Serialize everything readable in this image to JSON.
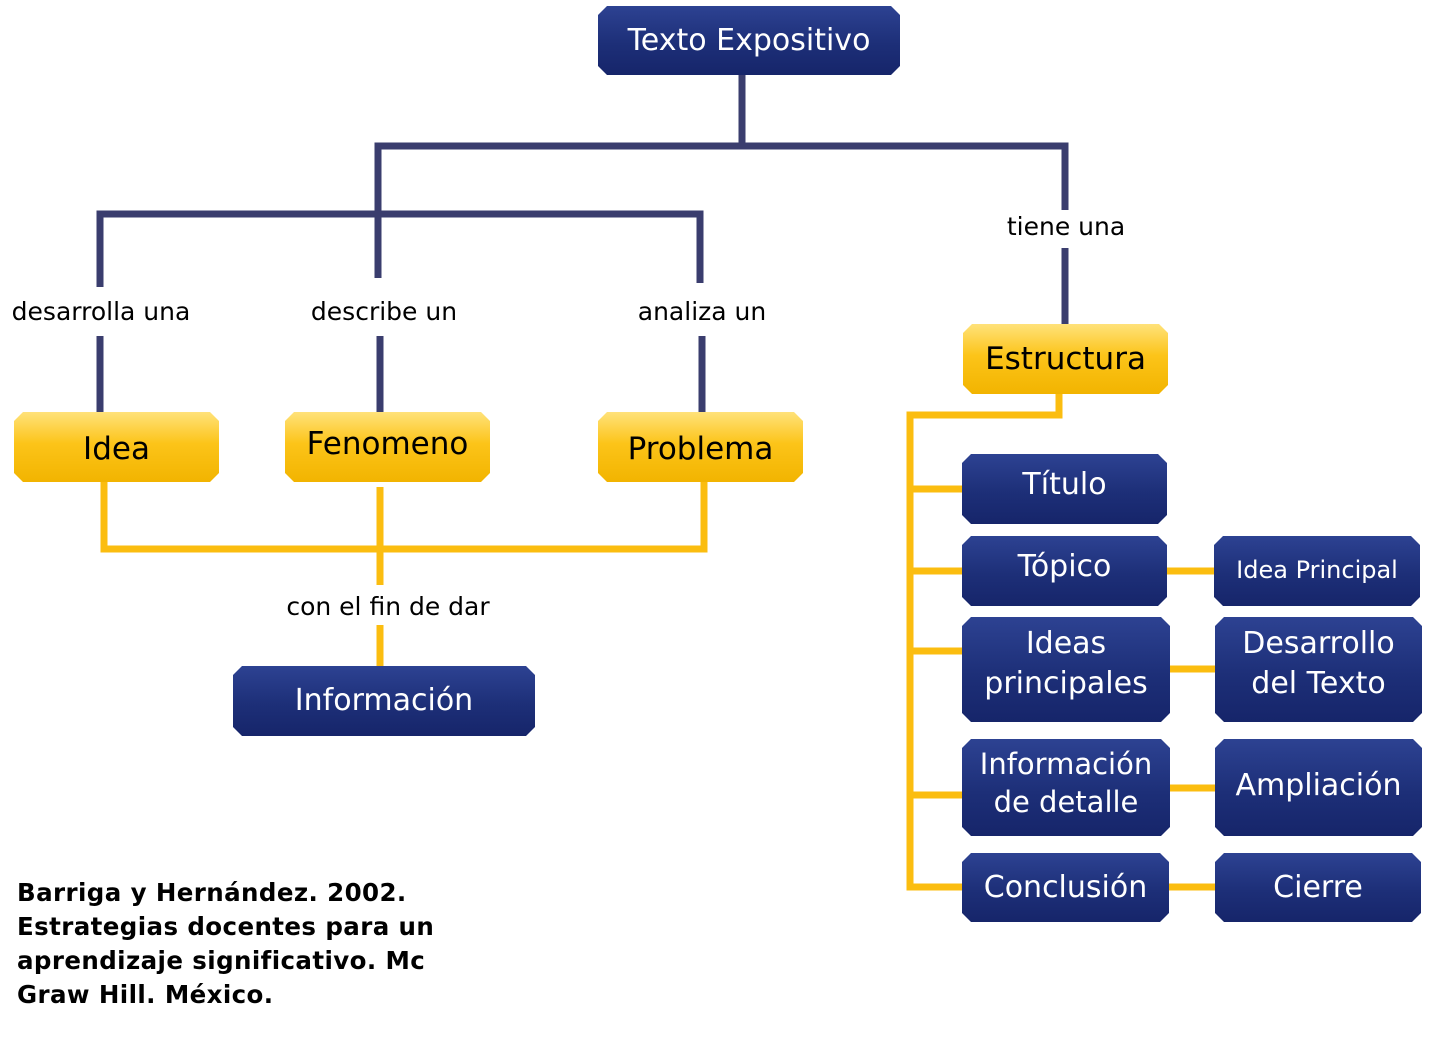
{
  "colors": {
    "navy": "#1d2f78",
    "navy_line": "#3a3d6e",
    "gold": "#fcc419",
    "gold_line": "#fbbd10"
  },
  "nodes": {
    "texto_expositivo": "Texto Expositivo",
    "idea": "Idea",
    "fenomeno": "Fenomeno",
    "problema": "Problema",
    "informacion": "Información",
    "estructura": "Estructura",
    "titulo": "Título",
    "topico": "Tópico",
    "ideas_principales": "Ideas\nprincipales",
    "informacion_detalle": "Información\nde detalle",
    "conclusion": "Conclusión",
    "idea_principal": "Idea Principal",
    "desarrollo_texto": "Desarrollo\ndel Texto",
    "ampliacion": "Ampliación",
    "cierre": "Cierre"
  },
  "links": {
    "desarrolla_una": "desarrolla una",
    "describe_un": "describe un",
    "analiza_un": "analiza un",
    "tiene_una": "tiene una",
    "con_el_fin_de_dar": "con el fin de dar"
  },
  "citation": {
    "line1": "Barriga y Hernández. 2002.",
    "line2": "Estrategias docentes para un",
    "line3": "aprendizaje significativo. Mc",
    "line4": "Graw Hill. México."
  }
}
